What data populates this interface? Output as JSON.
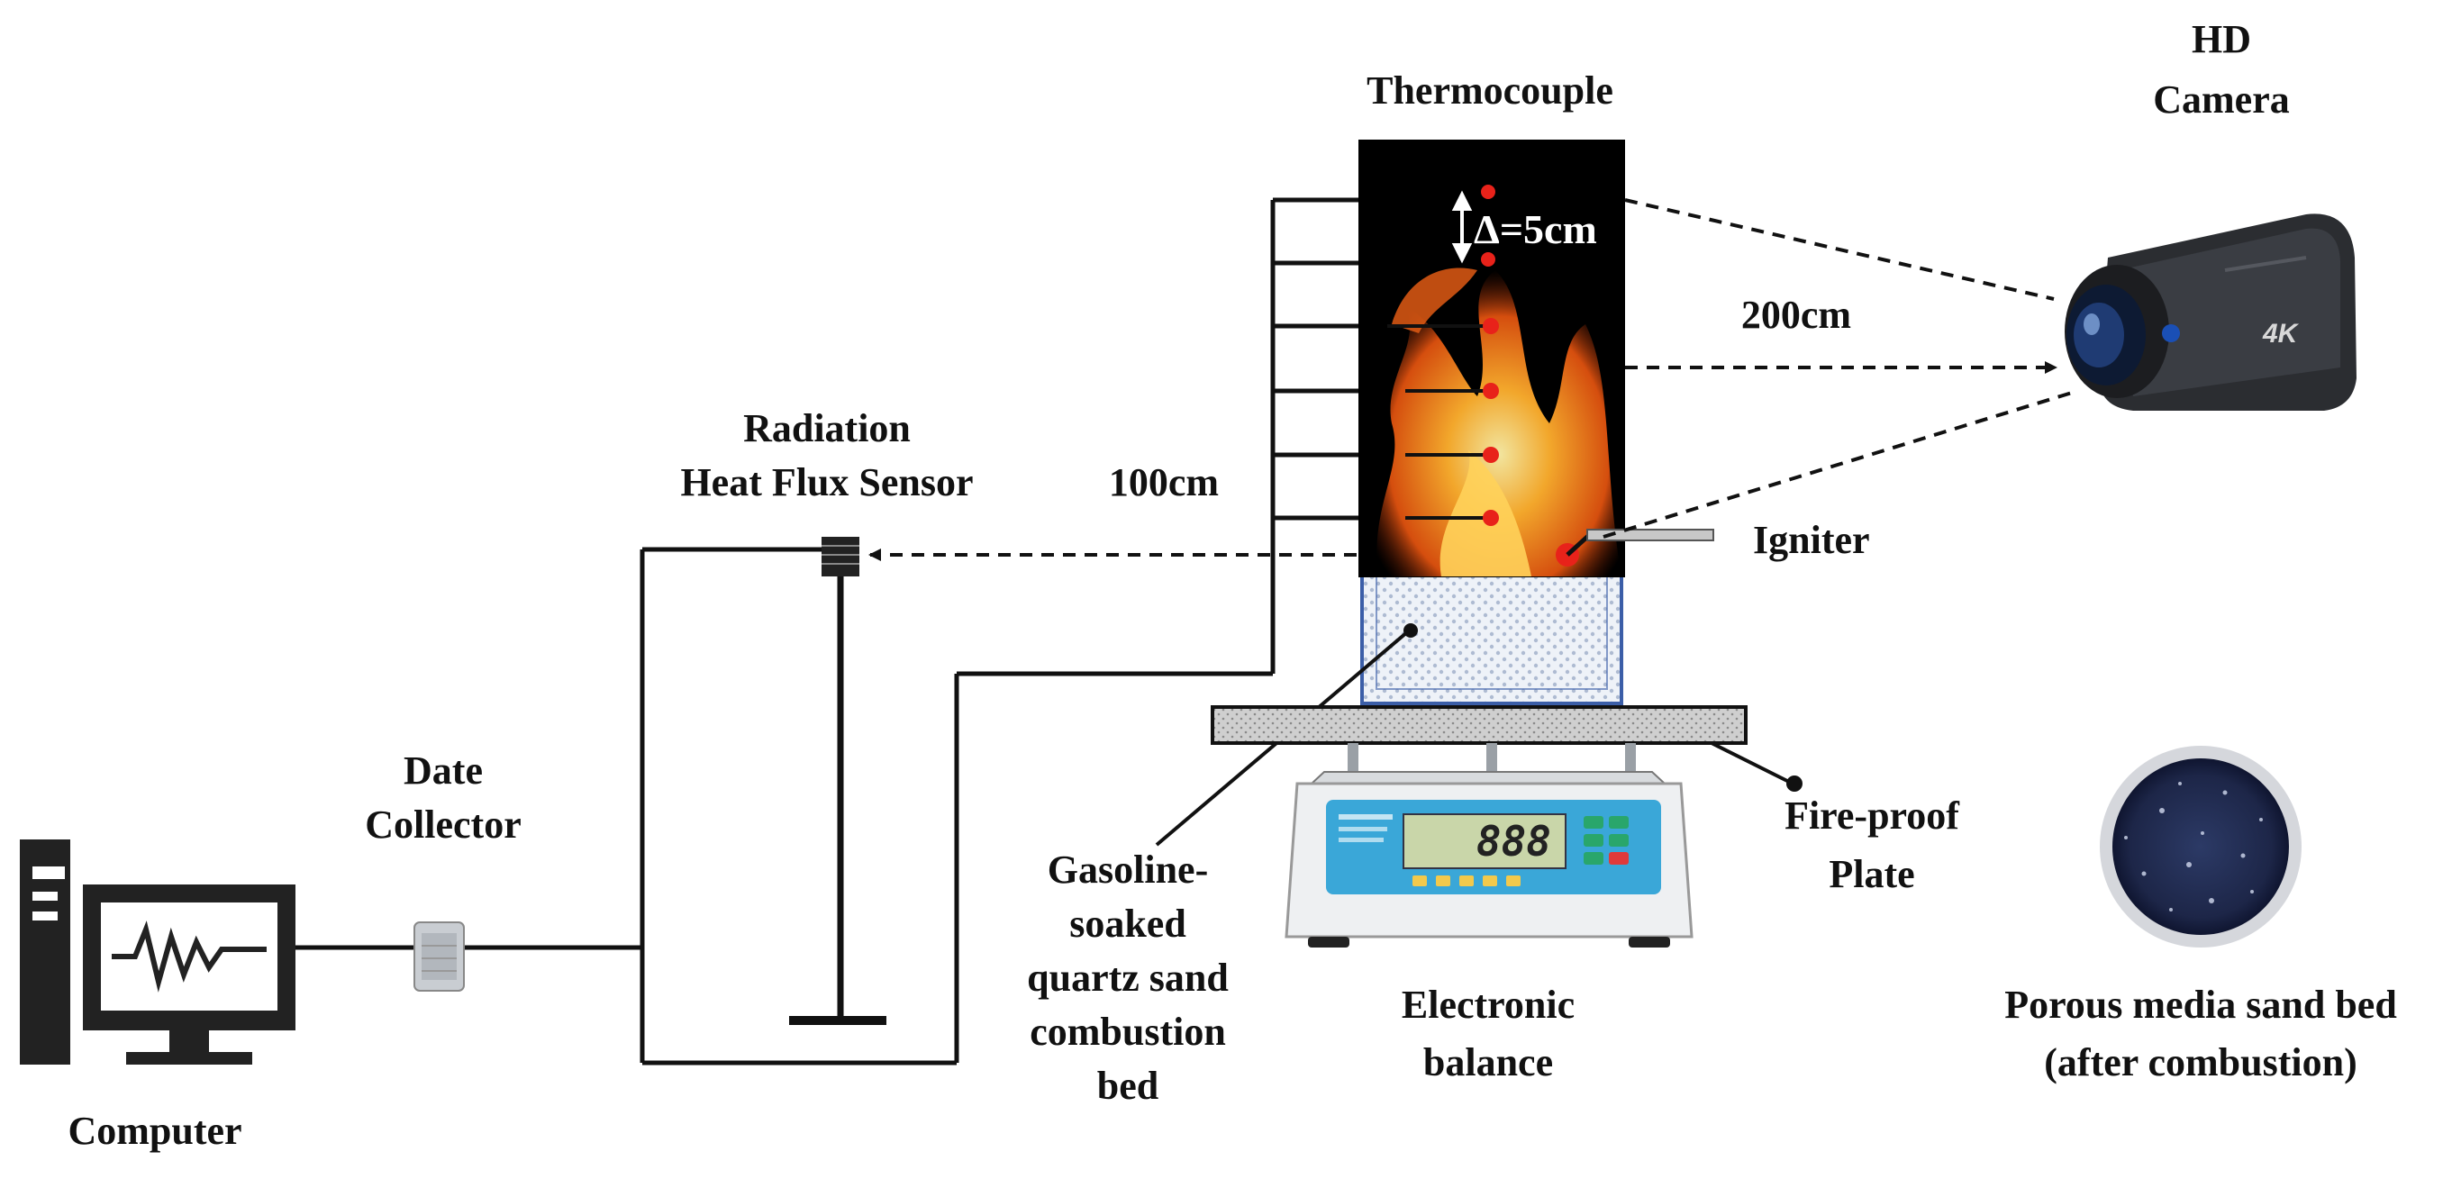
{
  "labels": {
    "thermocouple": "Thermocouple",
    "hd_camera_line1": "HD",
    "hd_camera_line2": "Camera",
    "delta": "Δ=5cm",
    "distance_200": "200cm",
    "distance_100": "100cm",
    "radiation_line1": "Radiation",
    "radiation_line2": "Heat Flux Sensor",
    "igniter": "Igniter",
    "date_collector_line1": "Date",
    "date_collector_line2": "Collector",
    "bed_line1": "Gasoline-",
    "bed_line2": "soaked",
    "bed_line3": "quartz sand",
    "bed_line4": "combustion",
    "bed_line5": "bed",
    "fireproof_line1": "Fire-proof",
    "fireproof_line2": "Plate",
    "balance_line1": "Electronic",
    "balance_line2": "balance",
    "porous_line1": "Porous media sand bed",
    "porous_line2": "(after combustion)",
    "computer": "Computer"
  },
  "balance_display": "888",
  "camera_badge": "4K",
  "colors": {
    "line": "#111111",
    "flame_bg": "#000000",
    "thermocouple_dot": "#e8221a",
    "balance_panel": "#3aa7d8",
    "sand_border": "#3b5ea8"
  }
}
